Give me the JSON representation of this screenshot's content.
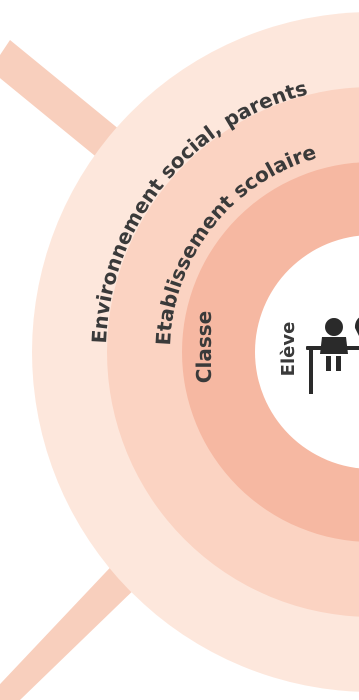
{
  "rings": [
    {
      "label": "Environnement social, parents",
      "color": "#fde7dc"
    },
    {
      "label": "Etablissement scolaire",
      "color": "#fbd3c2"
    },
    {
      "label": "Classe",
      "color": "#f6b8a2"
    },
    {
      "label": "Elève",
      "color": "#ffffff"
    }
  ],
  "connector_color": "#f8cfbd",
  "center_icon": "student-at-desk-icon",
  "icon_color": "#2a2a2a"
}
